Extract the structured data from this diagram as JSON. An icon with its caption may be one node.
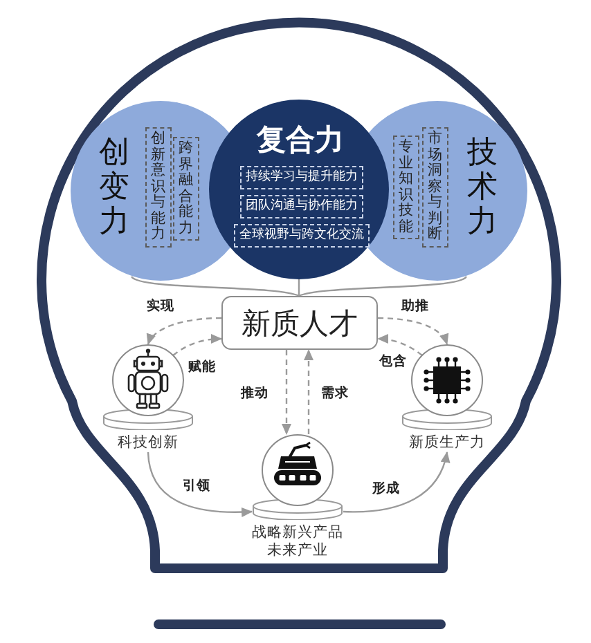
{
  "diagram": {
    "nodes": [
      {
        "text": [
          "创变力"
        ]
      },
      {
        "text": [
          "创新意识与能力"
        ],
        "in": 0
      },
      {
        "text": [
          "跨界融合能力"
        ],
        "in": 0
      },
      {
        "text": [
          "复合力"
        ]
      },
      {
        "text": [
          "持续学习与提升能力"
        ],
        "in": 3
      },
      {
        "text": [
          "团队沟通与协作能力"
        ],
        "in": 3
      },
      {
        "text": [
          "全球视野与跨文化交流"
        ],
        "in": 3
      },
      {
        "text": [
          "技术力"
        ]
      },
      {
        "text": [
          "专业知识技能"
        ],
        "in": 7
      },
      {
        "text": [
          "市场洞察与判断"
        ],
        "in": 7
      },
      {
        "text": [
          "新质人才"
        ]
      },
      {
        "text": [
          "科技创新"
        ]
      },
      {
        "text": [
          "新质生产力"
        ]
      },
      {
        "text": [
          "战略新兴产品",
          "未来产业"
        ]
      }
    ],
    "edges": [
      {
        "from": 0,
        "to": 10,
        "arrow": "none"
      },
      {
        "from": 3,
        "to": 10,
        "arrow": "none"
      },
      {
        "from": 7,
        "to": 10,
        "arrow": "none"
      },
      {
        "from": 10,
        "to": 11,
        "arrow": "to",
        "label": "实现",
        "style": "dashed"
      },
      {
        "from": 11,
        "to": 10,
        "arrow": "to",
        "label": "赋能",
        "style": "dashed"
      },
      {
        "from": 10,
        "to": 12,
        "arrow": "to",
        "label": "助推",
        "style": "dashed"
      },
      {
        "from": 12,
        "to": 10,
        "arrow": "to",
        "label": "包含",
        "style": "dashed"
      },
      {
        "from": 10,
        "to": 13,
        "arrow": "to",
        "label": "推动",
        "style": "dashed"
      },
      {
        "from": 13,
        "to": 10,
        "arrow": "to",
        "label": "需求",
        "style": "dashed"
      },
      {
        "from": 11,
        "to": 13,
        "arrow": "to",
        "label": "引领"
      },
      {
        "from": 13,
        "to": 12,
        "arrow": "to",
        "label": "形成"
      }
    ]
  }
}
